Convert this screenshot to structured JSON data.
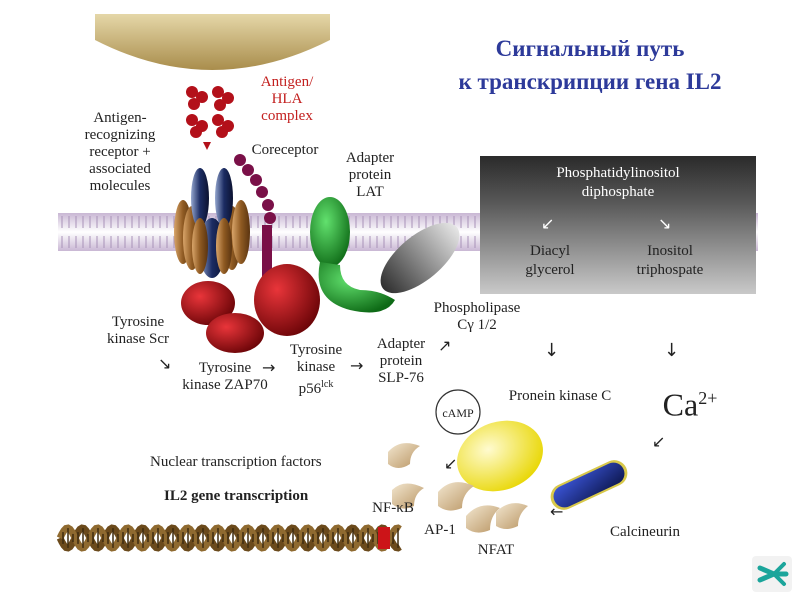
{
  "title": {
    "line1": "Сигнальный путь",
    "line2": "к транскрипции гена IL2"
  },
  "labels": {
    "antigen_hla": [
      "Antigen/",
      "HLA",
      "complex"
    ],
    "antigen_receptor": [
      "Antigen-",
      "recognizing",
      "receptor +",
      "associated",
      "molecules"
    ],
    "coreceptor": "Coreceptor",
    "adapter_lat": [
      "Adapter",
      "protein",
      "LAT"
    ],
    "pip": [
      "Phosphatidylinositol",
      "diphosphate"
    ],
    "diacyl": [
      "Diacyl",
      "glycerol"
    ],
    "inositol": [
      "Inositol",
      "triphospate"
    ],
    "tyrosine_scr": [
      "Tyrosine",
      "kinase Scr"
    ],
    "tyrosine_zap70": [
      "Tyrosine",
      "kinase ZAP70"
    ],
    "tyrosine_p56": [
      "Tyrosine",
      "kinase",
      "p56"
    ],
    "p56_sup": "lck",
    "adapter_slp": [
      "Adapter",
      "protein",
      "SLP-76"
    ],
    "phospholipase": [
      "Phospholipase",
      "Cγ 1/2"
    ],
    "camp": "cAMP",
    "pkc": "Pronein kinase C",
    "ca": "Ca",
    "ca_sup": "2+",
    "nuclear": "Nuclear transcription factors",
    "il2": "IL2 gene transcription",
    "nfkb": "NF-κB",
    "ap1": "AP-1",
    "nfat": "NFAT",
    "calcineurin": "Calcineurin"
  },
  "arrows": {
    "down_right": "↘",
    "right": "→",
    "up_right": "↗",
    "down": "↓",
    "down_left": "↙",
    "left": "←"
  },
  "colors": {
    "title": "#2d3a9a",
    "cell_top": "#c8b37a",
    "antigen_red": "#b3101a",
    "kinase_red": "#b70f14",
    "adapter_green": "#1e9e2a",
    "pkc_yellow": "#f2e21a",
    "calcineurin_blue": "#1c2c8c",
    "nav_teal": "#1ba59b"
  }
}
